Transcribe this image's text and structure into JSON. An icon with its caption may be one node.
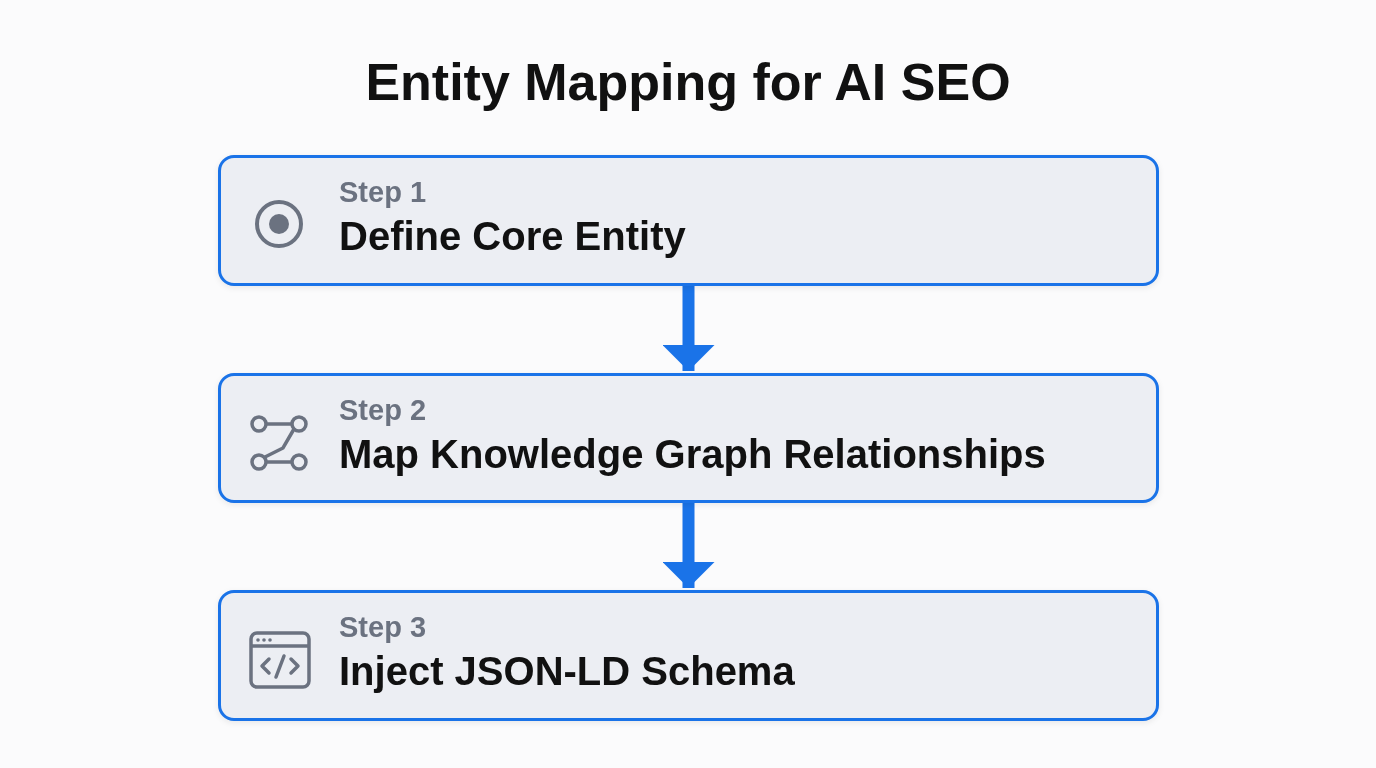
{
  "diagram": {
    "title": "Entity Mapping for AI SEO",
    "nodes": [
      {
        "text": [
          "Step 1",
          "Define Core Entity"
        ]
      },
      {
        "text": [
          "Step 2",
          "Map Knowledge Graph Relationships"
        ]
      },
      {
        "text": [
          "Step 3",
          "Inject JSON-LD Schema"
        ]
      }
    ],
    "edges": [
      {
        "from": 0,
        "to": 1,
        "arrow": "to"
      },
      {
        "from": 1,
        "to": 2,
        "arrow": "to"
      }
    ]
  }
}
